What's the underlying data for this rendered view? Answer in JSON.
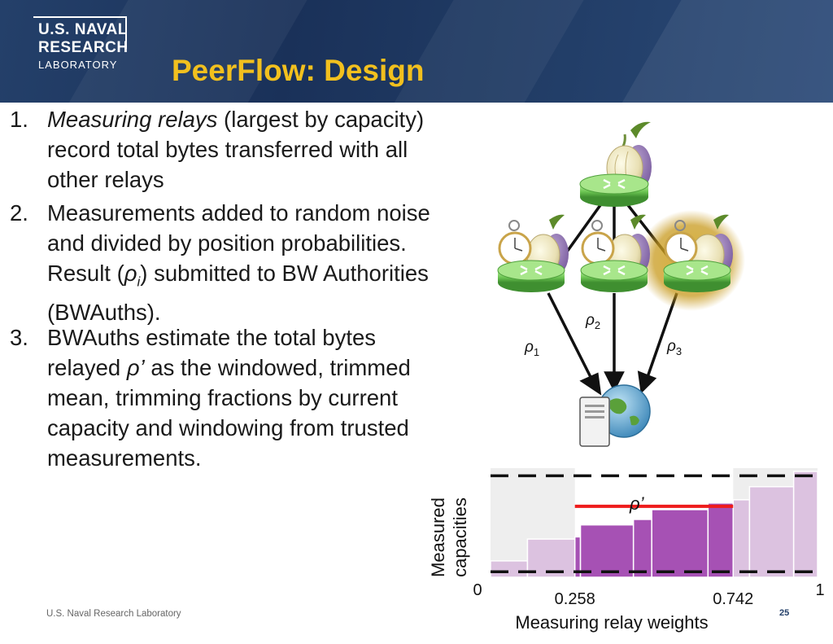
{
  "header": {
    "logo_lines": [
      "U.S. NAVAL",
      "RESEARCH",
      "LABORATORY"
    ],
    "title": "PeerFlow: Design"
  },
  "steps": [
    {
      "number": "1.",
      "lead": "Measuring relays",
      "text": " (largest by capacity) record total bytes transferred with all other relays"
    },
    {
      "number": "2.",
      "before": "Measurements added to random noise and divided by position probabilities. Result (",
      "symbol": "ρ",
      "sub": "i",
      "after": ") submitted to BW Authorities (BWAuths)."
    },
    {
      "number": "3.",
      "before": "BWAuths estimate the total bytes relayed ",
      "symbol": "ρ’",
      "after": " as the windowed, trimmed mean, trimming fractions by current capacity and windowing from trusted measurements."
    }
  ],
  "diagram": {
    "rho_symbol": "ρ",
    "labels": [
      {
        "sub": "1"
      },
      {
        "sub": "2"
      },
      {
        "sub": "3"
      }
    ]
  },
  "chart_data": {
    "type": "bar",
    "xlabel": "Measuring relay weights",
    "ylabel_lines": [
      "Measured",
      "capacities"
    ],
    "x_ticks": [
      "0",
      "0.258",
      "0.742",
      "1"
    ],
    "trim_bounds": [
      0.258,
      0.742
    ],
    "bars": [
      {
        "x0": 0.0,
        "x1": 0.113,
        "value": 0.15
      },
      {
        "x0": 0.113,
        "x1": 0.258,
        "value": 0.35
      },
      {
        "x0": 0.258,
        "x1": 0.275,
        "value": 0.37
      },
      {
        "x0": 0.275,
        "x1": 0.437,
        "value": 0.48
      },
      {
        "x0": 0.437,
        "x1": 0.493,
        "value": 0.53
      },
      {
        "x0": 0.493,
        "x1": 0.665,
        "value": 0.62
      },
      {
        "x0": 0.665,
        "x1": 0.742,
        "value": 0.68
      },
      {
        "x0": 0.742,
        "x1": 0.792,
        "value": 0.71
      },
      {
        "x0": 0.792,
        "x1": 0.927,
        "value": 0.83
      },
      {
        "x0": 0.927,
        "x1": 1.0,
        "value": 0.97
      }
    ],
    "mean_label": "ρ’",
    "mean_value": 0.65,
    "window_lines": [
      0.05,
      0.93
    ],
    "colors": {
      "trimmed_bar": "#dcc2e0",
      "kept_bar": "#a651b4",
      "mean_line": "#ee1c1c",
      "trim_region": "#eeeeee"
    }
  },
  "footer": {
    "org": "U.S. Naval Research Laboratory",
    "page": "25"
  }
}
